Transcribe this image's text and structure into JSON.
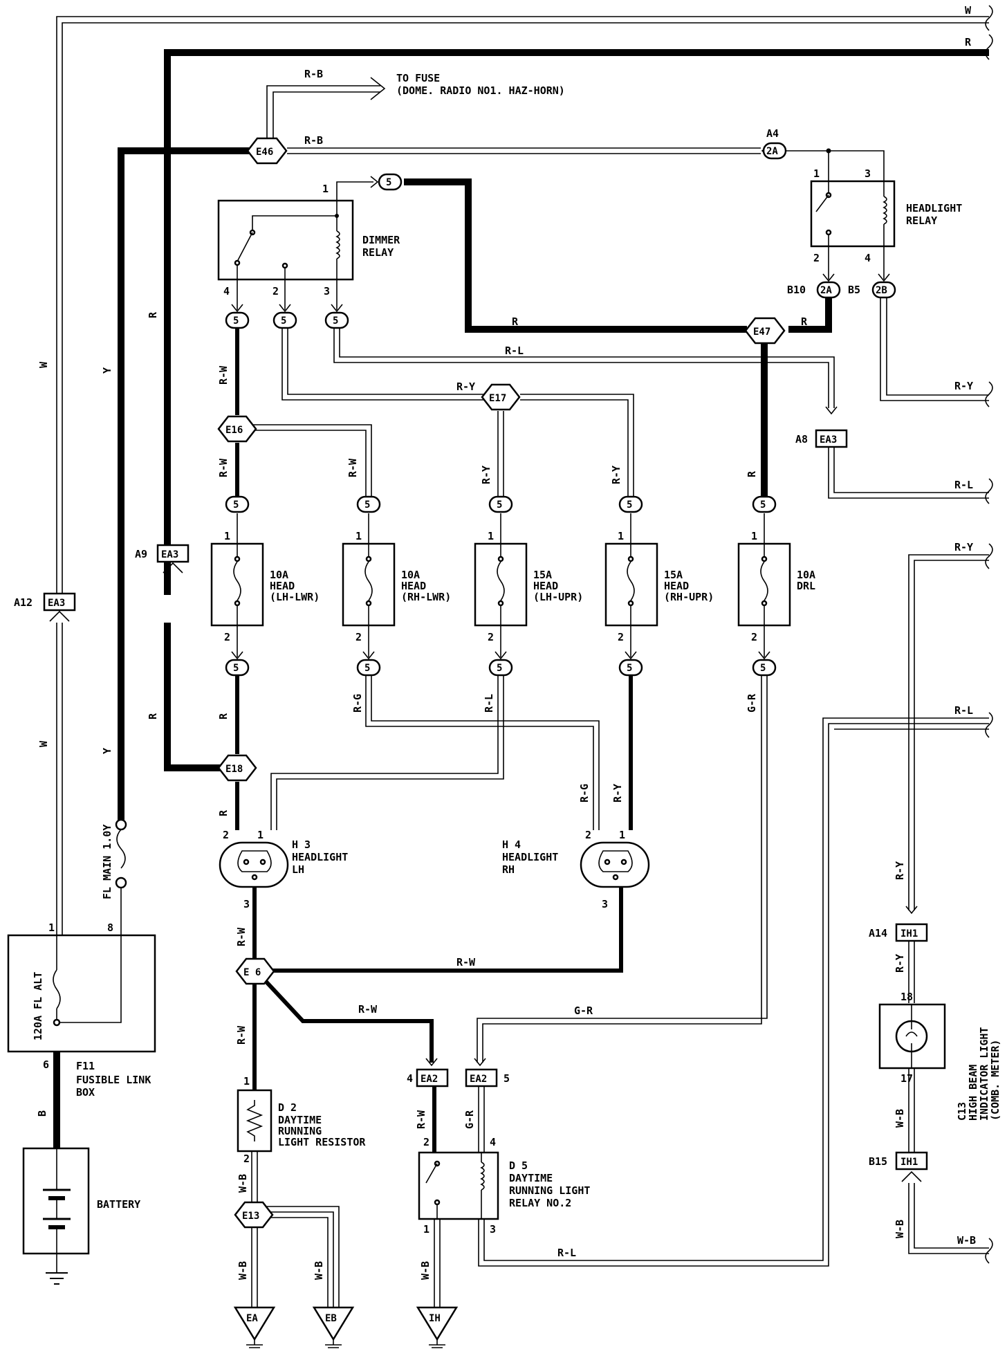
{
  "wire_codes": {
    "w": "W",
    "r": "R",
    "rb": "R-B",
    "y": "Y",
    "rw": "R-W",
    "ry": "R-Y",
    "rl": "R-L",
    "rg": "R-G",
    "gr": "G-R",
    "b": "B",
    "wb": "W-B"
  },
  "to_fuse": {
    "line1": "TO FUSE",
    "line2": "(DOME. RADIO NO1. HAZ-HORN)"
  },
  "splices": {
    "e46": "E46",
    "e47": "E47",
    "e17": "E17",
    "e16": "E16",
    "e18": "E18",
    "e6": "E 6",
    "e13": "E13"
  },
  "connector_ids": {
    "a4": "A4",
    "a8": "A8",
    "a9": "A9",
    "a12": "A12",
    "a14": "A14",
    "b10": "B10",
    "b5": "B5",
    "b15": "B15"
  },
  "connector_names": {
    "ea3": "EA3",
    "ea2": "EA2",
    "ih1": "IH1",
    "c5": "5",
    "c2a": "2A",
    "c2b": "2B"
  },
  "pins": {
    "p1": "1",
    "p2": "2",
    "p3": "3",
    "p4": "4",
    "p5": "5",
    "p6": "6",
    "p8": "8",
    "p17": "17",
    "p18": "18"
  },
  "dimmer_relay": {
    "line1": "DIMMER",
    "line2": "RELAY"
  },
  "headlight_relay": {
    "line1": "HEADLIGHT",
    "line2": "RELAY"
  },
  "fuses": [
    {
      "amps": "10A",
      "name": "HEAD",
      "sub": "(LH-LWR)"
    },
    {
      "amps": "10A",
      "name": "HEAD",
      "sub": "(RH-LWR)"
    },
    {
      "amps": "15A",
      "name": "HEAD",
      "sub": "(LH-UPR)"
    },
    {
      "amps": "15A",
      "name": "HEAD",
      "sub": "(RH-UPR)"
    },
    {
      "amps": "10A",
      "name": "DRL",
      "sub": ""
    }
  ],
  "fl_main": "FL MAIN 1.0Y",
  "fusible_link_box": {
    "rating": "120A FL ALT",
    "id": "F11",
    "line1": "FUSIBLE LINK",
    "line2": "BOX"
  },
  "battery": "BATTERY",
  "h3": {
    "id": "H 3",
    "line1": "HEADLIGHT",
    "line2": "LH"
  },
  "h4": {
    "id": "H 4",
    "line1": "HEADLIGHT",
    "line2": "RH"
  },
  "d2": {
    "id": "D 2",
    "line1": "DAYTIME",
    "line2": "RUNNING",
    "line3": "LIGHT RESISTOR"
  },
  "d5": {
    "id": "D 5",
    "line1": "DAYTIME",
    "line2": "RUNNING LIGHT",
    "line3": "RELAY NO.2"
  },
  "c13": {
    "id": "C13",
    "line1": "HIGH BEAM",
    "line2": "INDICATOR LIGHT",
    "line3": "(COMB. METER)"
  },
  "grounds": {
    "ea": "EA",
    "eb": "EB",
    "ih": "IH"
  }
}
